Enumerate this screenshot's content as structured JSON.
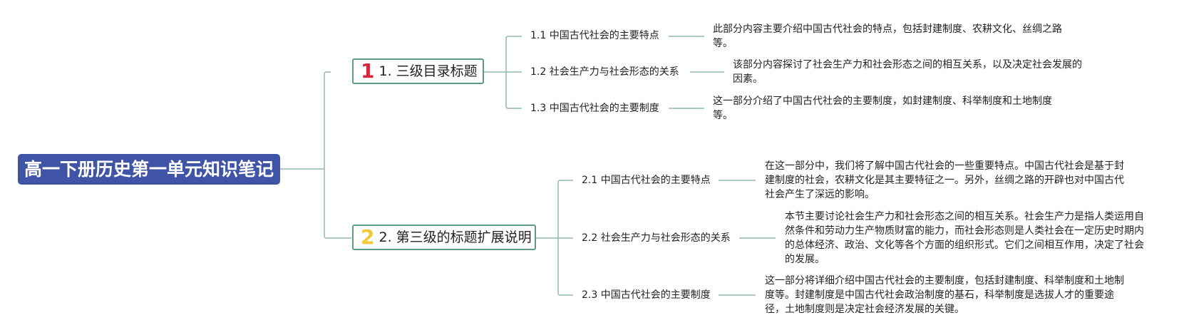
{
  "root": {
    "title": "高一下册历史第一单元知识笔记"
  },
  "branches": [
    {
      "badge": "1",
      "badge_color": "#d6283d",
      "title": "1. 三级目录标题",
      "children": [
        {
          "label": "1.1 中国古代社会的主要特点",
          "note": "此部分内容主要介绍中国古代社会的特点，包括封建制度、农耕文化、丝绸之路等。"
        },
        {
          "label": "1.2 社会生产力与社会形态的关系",
          "note": "该部分内容探讨了社会生产力和社会形态之间的相互关系，以及决定社会发展的因素。"
        },
        {
          "label": "1.3 中国古代社会的主要制度",
          "note": "这一部分介绍了中国古代社会的主要制度，如封建制度、科举制度和土地制度等。"
        }
      ]
    },
    {
      "badge": "2",
      "badge_color": "#f2c73a",
      "title": "2. 第三级的标题扩展说明",
      "children": [
        {
          "label": "2.1 中国古代社会的主要特点",
          "note": "在这一部分中，我们将了解中国古代社会的一些重要特点。中国古代社会是基于封建制度的社会，农耕文化是其主要特征之一。另外，丝绸之路的开辟也对中国古代社会产生了深远的影响。"
        },
        {
          "label": "2.2 社会生产力与社会形态的关系",
          "note": "本节主要讨论社会生产力和社会形态之间的相互关系。社会生产力是指人类运用自然条件和劳动力生产物质财富的能力，而社会形态则是人类社会在一定历史时期内的总体经济、政治、文化等各个方面的组织形式。它们之间相互作用，决定了社会的发展。"
        },
        {
          "label": "2.3 中国古代社会的主要制度",
          "note": "这一部分将详细介绍中国古代社会的主要制度，包括封建制度、科举制度和土地制度等。封建制度是中国古代社会政治制度的基石，科举制度是选拔人才的重要途径，土地制度则是决定社会经济发展的关键。"
        }
      ]
    }
  ],
  "colors": {
    "root_bg": "#3f54a5",
    "line": "#8fb9ad",
    "topic_border": "#5d9a8b"
  }
}
